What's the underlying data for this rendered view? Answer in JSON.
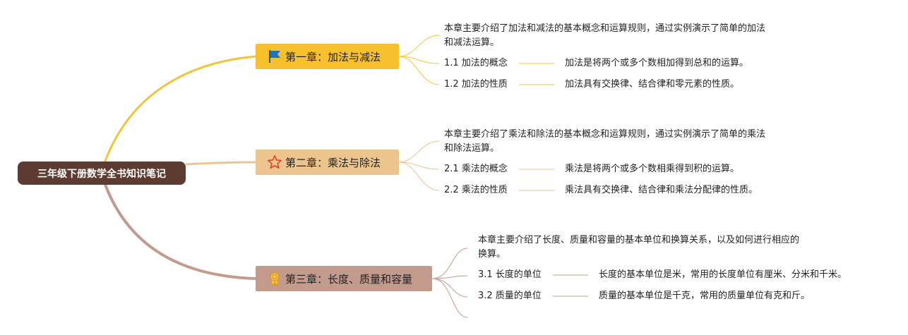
{
  "root": {
    "title": "三年级下册数学全书知识笔记"
  },
  "chapters": [
    {
      "title": "第一章：加法与减法",
      "icon": "flag-icon",
      "summary_line1": "本章主要介绍了加法和减法的基本概念和运算规则，通过实例演示了简单的加法",
      "summary_line2": "和减法运算。",
      "items": [
        {
          "label": "1.1 加法的概念",
          "detail": "加法是将两个或多个数相加得到总和的运算。"
        },
        {
          "label": "1.2 加法的性质",
          "detail": "加法具有交换律、结合律和零元素的性质。"
        }
      ]
    },
    {
      "title": "第二章：乘法与除法",
      "icon": "star-icon",
      "summary_line1": "本章主要介绍了乘法和除法的基本概念和运算规则，通过实例演示了简单的乘法",
      "summary_line2": "和除法运算。",
      "items": [
        {
          "label": "2.1 乘法的概念",
          "detail": "乘法是将两个或多个数相乘得到积的运算。"
        },
        {
          "label": "2.2 乘法的性质",
          "detail": "乘法具有交换律、结合律和乘法分配律的性质。"
        }
      ]
    },
    {
      "title": "第三章：长度、质量和容量",
      "icon": "medal-icon",
      "summary_line1": "本章主要介绍了长度、质量和容量的基本单位和换算关系，以及如何进行相应的",
      "summary_line2": "换算。",
      "items": [
        {
          "label": "3.1 长度的单位",
          "detail": "长度的基本单位是米，常用的长度单位有厘米、分米和千米。"
        },
        {
          "label": "3.2 质量的单位",
          "detail": "质量的基本单位是千克，常用的质量单位有克和斤。"
        }
      ]
    }
  ],
  "colors": {
    "root": "#5e3b30",
    "chapter1": "#f7c02d",
    "chapter2": "#ebc48e",
    "chapter3": "#c29b8c",
    "link1": "#f2c43c",
    "link2": "#ebc48e",
    "link3": "#c29b8c"
  }
}
